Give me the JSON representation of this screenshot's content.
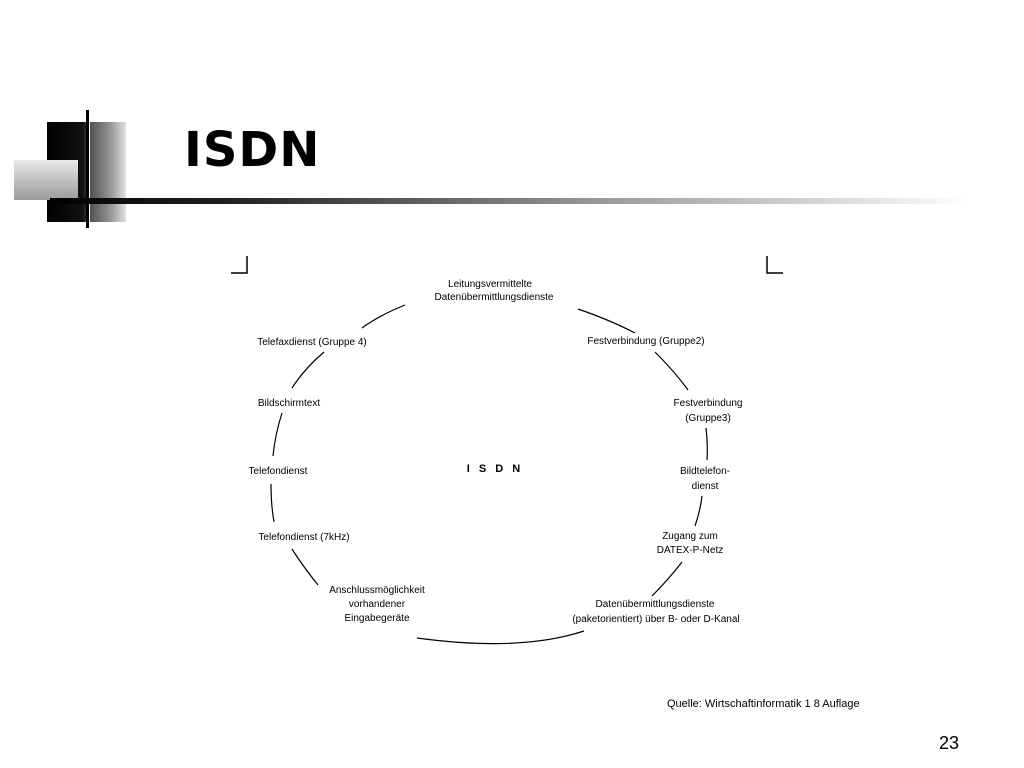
{
  "slide": {
    "title": "ISDN",
    "source": "Quelle: Wirtschaftinformatik 1 8 Auflage",
    "page_number": "23"
  },
  "diagram": {
    "center_label": "I S D N",
    "nodes": [
      {
        "id": "leitungsvermittelte",
        "lines": [
          "Leitungsvermittelte",
          "Datenübermittlungsdienste"
        ]
      },
      {
        "id": "festverbindung-gruppe2",
        "lines": [
          "Festverbindung (Gruppe2)"
        ]
      },
      {
        "id": "festverbindung-gruppe3",
        "lines": [
          "Festverbindung",
          "(Gruppe3)"
        ]
      },
      {
        "id": "bildtelefondienst",
        "lines": [
          "Bildtelefon-",
          "dienst"
        ]
      },
      {
        "id": "zugang-datex",
        "lines": [
          "Zugang zum",
          "DATEX-P-Netz"
        ]
      },
      {
        "id": "datenuebermittlung-paket",
        "lines": [
          "Datenübermittlungsdienste",
          "(paketorientiert) über B- oder D-Kanal"
        ]
      },
      {
        "id": "anschlussmoeglichkeit",
        "lines": [
          "Anschlussmöglichkeit",
          "vorhandener",
          "Eingabegeräte"
        ]
      },
      {
        "id": "telefondienst-7khz",
        "lines": [
          "Telefondienst (7kHz)"
        ]
      },
      {
        "id": "telefondienst",
        "lines": [
          "Telefondienst"
        ]
      },
      {
        "id": "bildschirmtext",
        "lines": [
          "Bildschirmtext"
        ]
      },
      {
        "id": "telefaxdienst",
        "lines": [
          "Telefaxdienst (Gruppe 4)"
        ]
      }
    ]
  }
}
